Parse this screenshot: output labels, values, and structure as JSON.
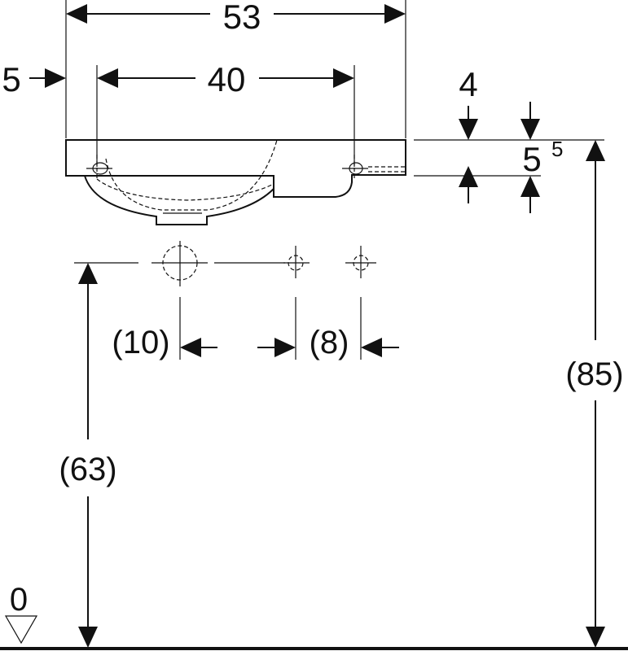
{
  "dimensions": {
    "overall_width": "53",
    "left_offset": "5",
    "tap_hole_spacing": "40",
    "rim_thickness": "4",
    "rim_thickness_right_base": "5",
    "rim_thickness_right_sup": "5",
    "outlet_offset": "(10)",
    "supply_spacing": "(8)",
    "outlet_height": "(63)",
    "rim_height": "(85)",
    "floor_level": "0"
  }
}
